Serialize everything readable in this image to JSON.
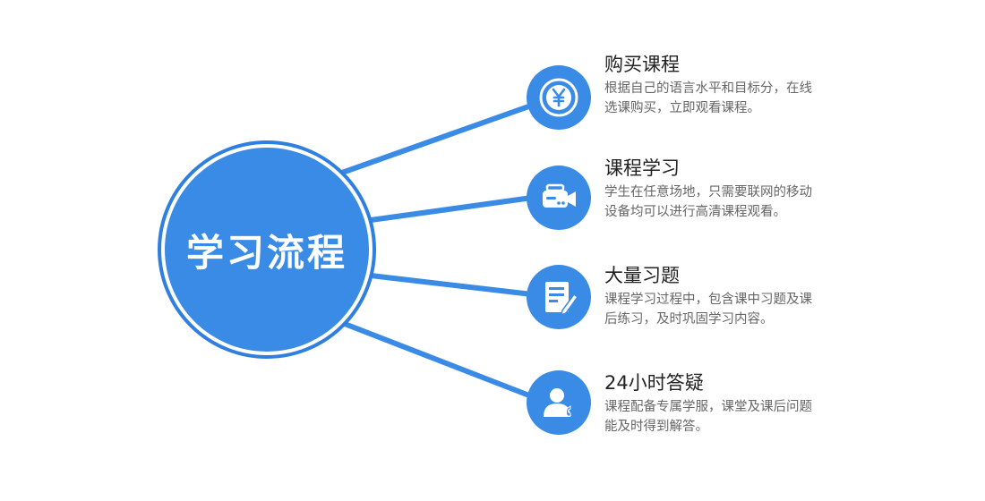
{
  "hub": {
    "title": "学习流程"
  },
  "steps": [
    {
      "title": "购买课程",
      "description": "根据自己的语言水平和目标分，在线选课购买，立即观看课程。",
      "icon": "yen-coin-icon"
    },
    {
      "title": "课程学习",
      "description": "学生在任意场地，只需要联网的移动设备均可以进行高清课程观看。",
      "icon": "video-camera-icon"
    },
    {
      "title": "大量习题",
      "description": "课程学习过程中，包含课中习题及课后练习，及时巩固学习内容。",
      "icon": "document-pencil-icon"
    },
    {
      "title": "24小时答疑",
      "description": "课程配备专属学服，课堂及课后问题能及时得到解答。",
      "icon": "user-phone-icon"
    }
  ],
  "colors": {
    "primary": "#3a8be6",
    "ring": "#2f7fe0",
    "connector": "#3a8be6",
    "title_text": "#222222",
    "body_text": "#666666"
  }
}
